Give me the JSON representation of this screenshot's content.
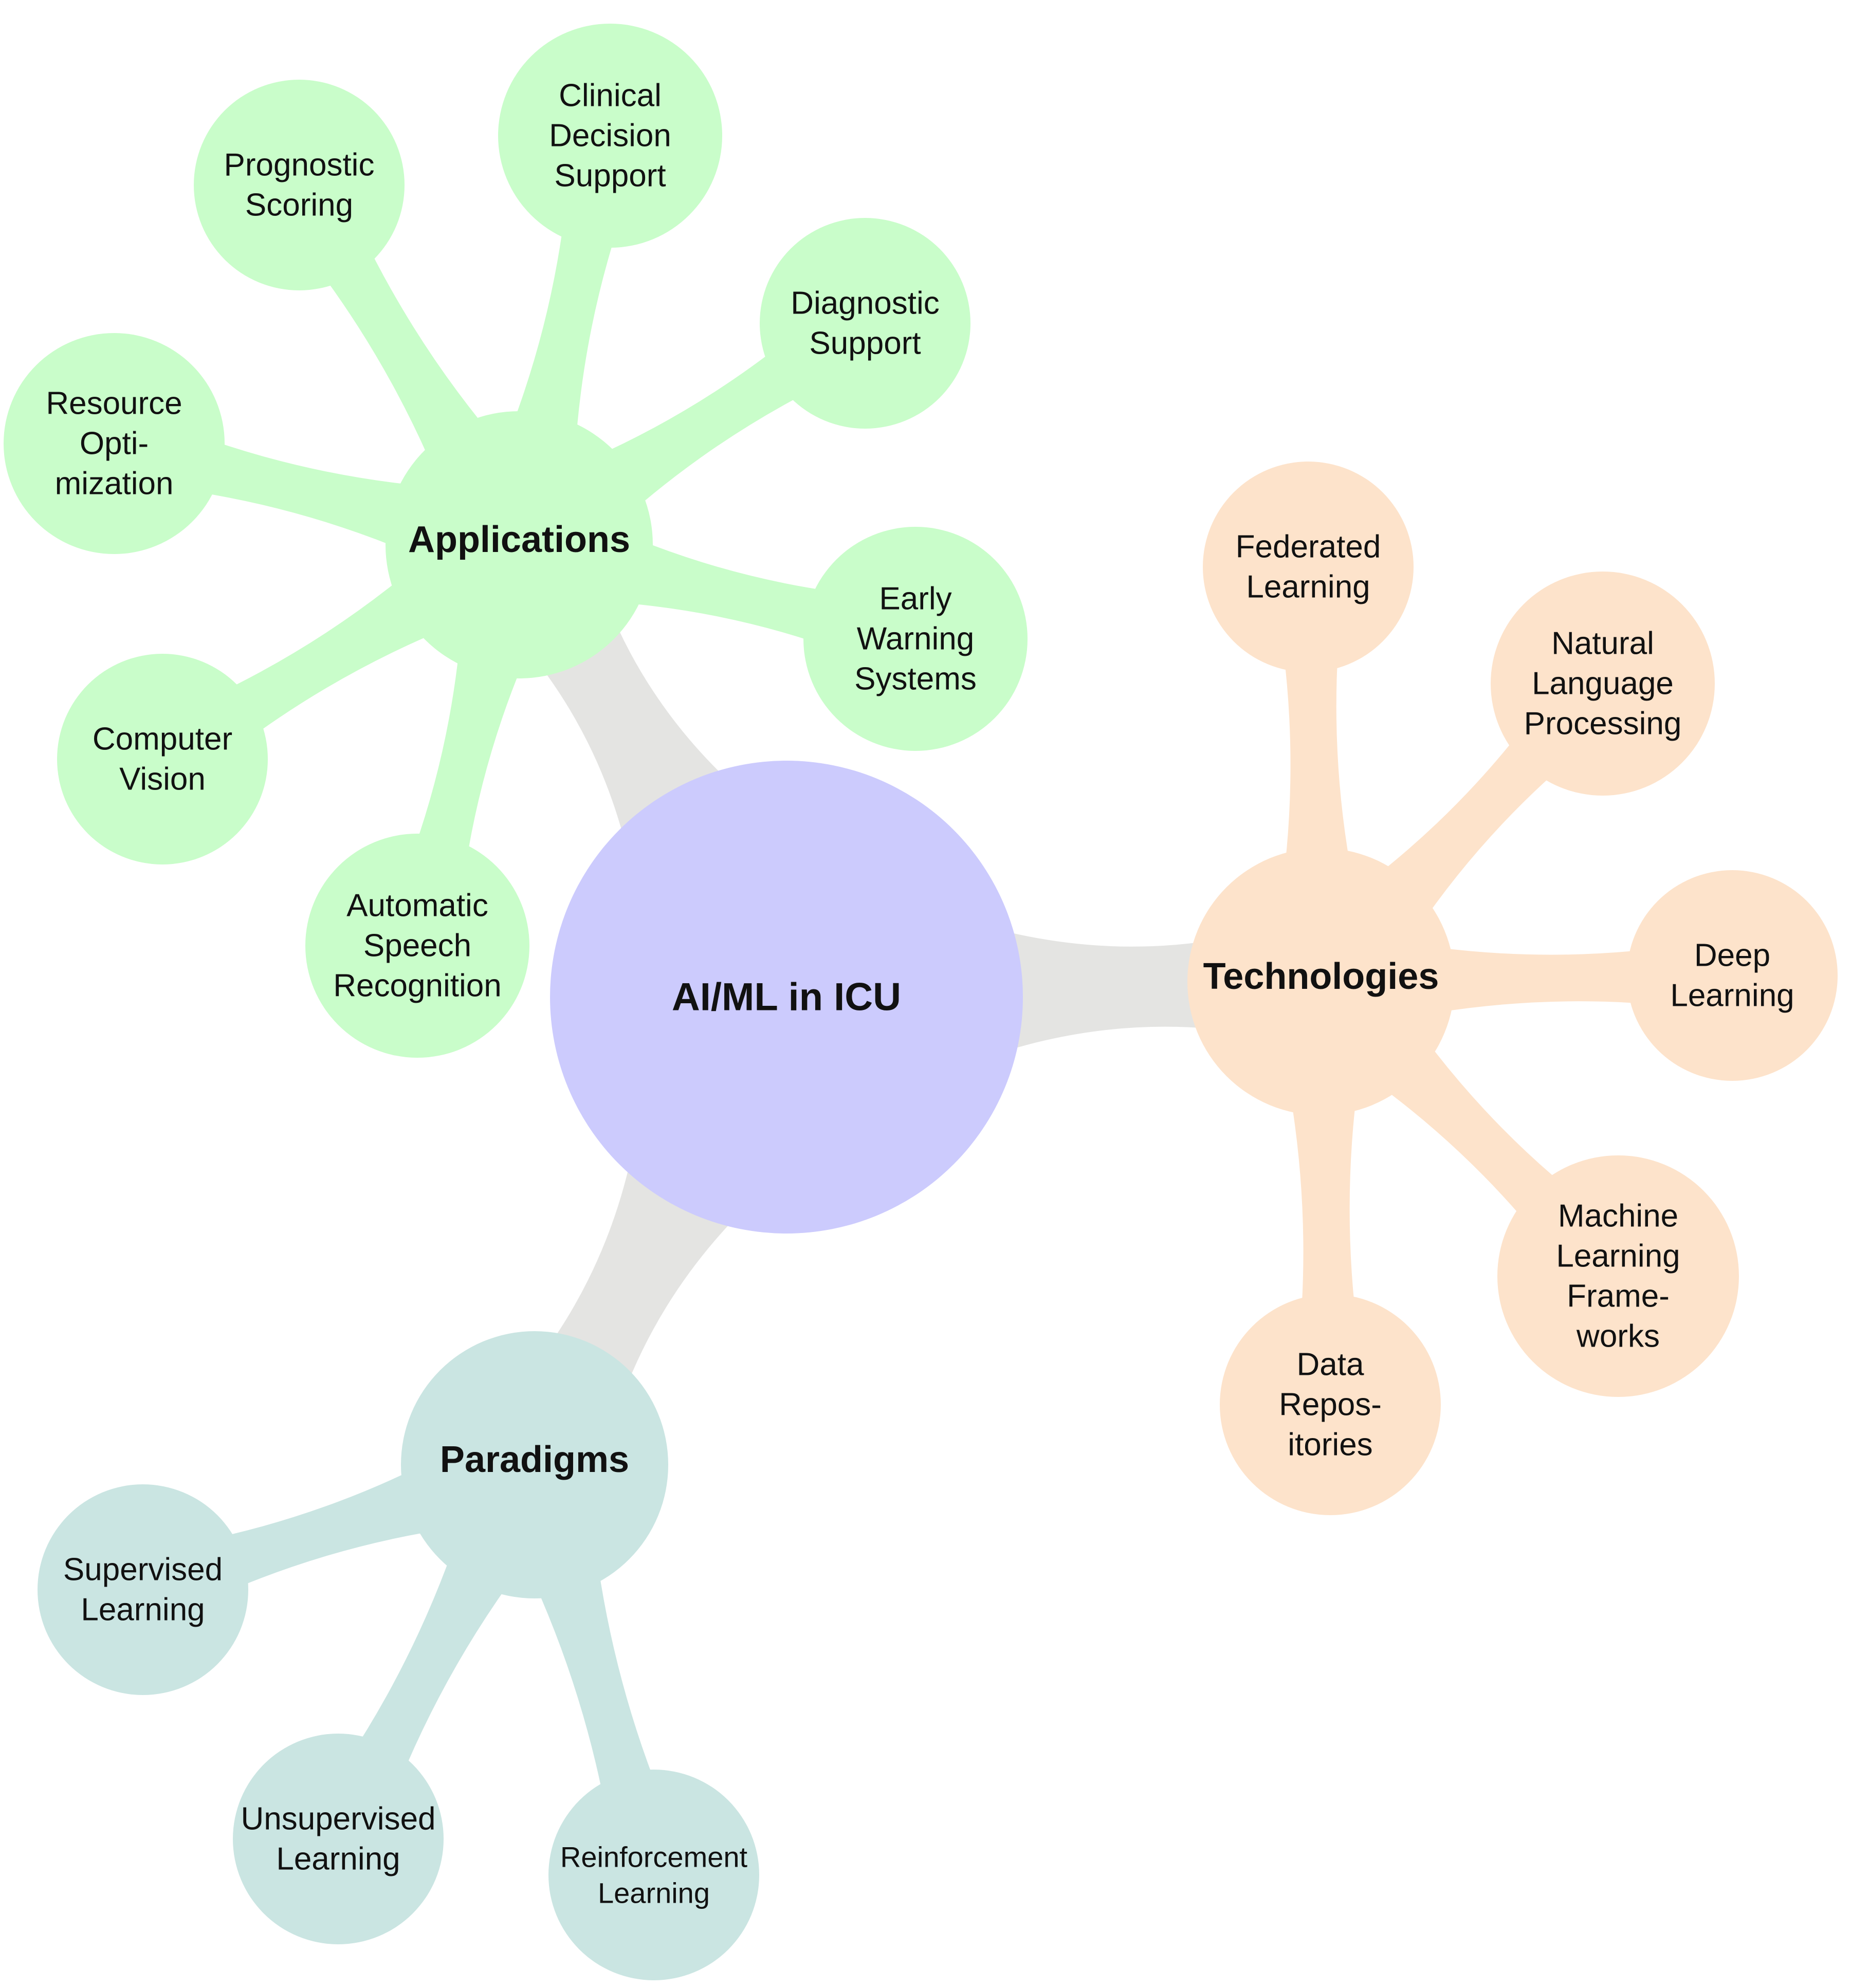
{
  "center": {
    "label": "AI/ML in ICU",
    "color": "#cccbfd"
  },
  "connector_color": "#e4e4e2",
  "categories": [
    {
      "key": "applications",
      "label": "Applications",
      "color": "#c9fdca",
      "children": [
        {
          "key": "prognostic",
          "lines": [
            "Prognostic",
            "Scoring"
          ]
        },
        {
          "key": "clinical",
          "lines": [
            "Clinical",
            "Decision",
            "Support"
          ]
        },
        {
          "key": "diagnostic",
          "lines": [
            "Diagnostic",
            "Support"
          ]
        },
        {
          "key": "early-warning",
          "lines": [
            "Early",
            "Warning",
            "Systems"
          ]
        },
        {
          "key": "speech",
          "lines": [
            "Automatic",
            "Speech",
            "Recognition"
          ]
        },
        {
          "key": "vision",
          "lines": [
            "Computer",
            "Vision"
          ]
        },
        {
          "key": "resource",
          "lines": [
            "Resource",
            "Opti-",
            "mization"
          ]
        }
      ]
    },
    {
      "key": "technologies",
      "label": "Technologies",
      "color": "#fde3cb",
      "children": [
        {
          "key": "federated",
          "lines": [
            "Federated",
            "Learning"
          ]
        },
        {
          "key": "nlp",
          "lines": [
            "Natural",
            "Language",
            "Processing"
          ]
        },
        {
          "key": "deep",
          "lines": [
            "Deep",
            "Learning"
          ]
        },
        {
          "key": "ml-frameworks",
          "lines": [
            "Machine",
            "Learning",
            "Frame-",
            "works"
          ]
        },
        {
          "key": "data-repos",
          "lines": [
            "Data",
            "Repos-",
            "itories"
          ]
        }
      ]
    },
    {
      "key": "paradigms",
      "label": "Paradigms",
      "color": "#cae5e2",
      "children": [
        {
          "key": "supervised",
          "lines": [
            "Supervised",
            "Learning"
          ]
        },
        {
          "key": "unsupervised",
          "lines": [
            "Unsupervised",
            "Learning"
          ]
        },
        {
          "key": "reinforcement",
          "lines": [
            "Reinforcement",
            "Learning"
          ]
        }
      ]
    }
  ]
}
